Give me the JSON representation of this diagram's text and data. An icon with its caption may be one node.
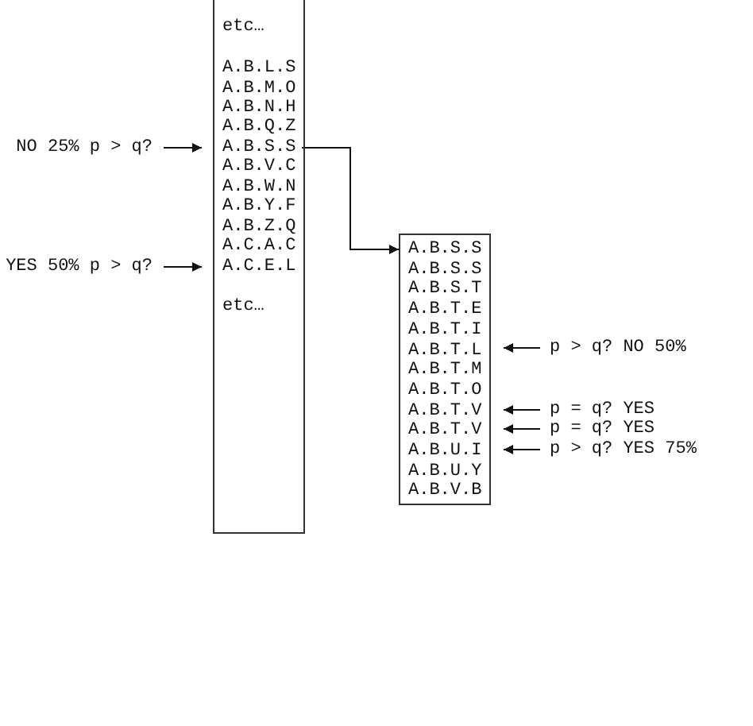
{
  "diagram": {
    "nodes": [
      {
        "text": [],
        "shape": "box"
      },
      {
        "text": [
          "etc…"
        ],
        "in": 0
      },
      {
        "text": [
          "A.B.L.S"
        ],
        "in": 0
      },
      {
        "text": [
          "A.B.M.O"
        ],
        "in": 0
      },
      {
        "text": [
          "A.B.N.H"
        ],
        "in": 0
      },
      {
        "text": [
          "A.B.Q.Z"
        ],
        "in": 0
      },
      {
        "text": [
          "A.B.S.S"
        ],
        "in": 0
      },
      {
        "text": [
          "A.B.V.C"
        ],
        "in": 0
      },
      {
        "text": [
          "A.B.W.N"
        ],
        "in": 0
      },
      {
        "text": [
          "A.B.Y.F"
        ],
        "in": 0
      },
      {
        "text": [
          "A.B.Z.Q"
        ],
        "in": 0
      },
      {
        "text": [
          "A.C.A.C"
        ],
        "in": 0
      },
      {
        "text": [
          "A.C.E.L"
        ],
        "in": 0
      },
      {
        "text": [
          "etc…"
        ],
        "in": 0
      },
      {
        "text": [
          "NO 25% p > q?"
        ]
      },
      {
        "text": [
          "YES 50% p > q?"
        ]
      },
      {
        "text": [],
        "shape": "box"
      },
      {
        "text": [
          "A.B.S.S"
        ],
        "in": 16
      },
      {
        "text": [
          "A.B.S.S"
        ],
        "in": 16
      },
      {
        "text": [
          "A.B.S.T"
        ],
        "in": 16
      },
      {
        "text": [
          "A.B.T.E"
        ],
        "in": 16
      },
      {
        "text": [
          "A.B.T.I"
        ],
        "in": 16
      },
      {
        "text": [
          "A.B.T.L"
        ],
        "in": 16
      },
      {
        "text": [
          "A.B.T.M"
        ],
        "in": 16
      },
      {
        "text": [
          "A.B.T.O"
        ],
        "in": 16
      },
      {
        "text": [
          "A.B.T.V"
        ],
        "in": 16
      },
      {
        "text": [
          "A.B.T.V"
        ],
        "in": 16
      },
      {
        "text": [
          "A.B.U.I"
        ],
        "in": 16
      },
      {
        "text": [
          "A.B.U.Y"
        ],
        "in": 16
      },
      {
        "text": [
          "A.B.V.B"
        ],
        "in": 16
      },
      {
        "text": [
          "p > q? NO 50%"
        ]
      },
      {
        "text": [
          "p = q? YES"
        ]
      },
      {
        "text": [
          "p = q? YES"
        ]
      },
      {
        "text": [
          "p > q? YES 75%"
        ]
      }
    ],
    "edges": [
      {
        "from": 14,
        "to": 6,
        "arrow": "to"
      },
      {
        "from": 15,
        "to": 12,
        "arrow": "to"
      },
      {
        "from": 6,
        "to": 16,
        "arrow": "to"
      },
      {
        "from": 30,
        "to": 22,
        "arrow": "to"
      },
      {
        "from": 31,
        "to": 25,
        "arrow": "to"
      },
      {
        "from": 32,
        "to": 26,
        "arrow": "to"
      },
      {
        "from": 33,
        "to": 27,
        "arrow": "to"
      }
    ]
  }
}
